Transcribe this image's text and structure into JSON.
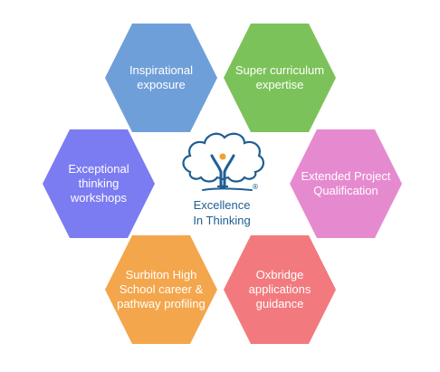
{
  "center": {
    "line1": "Excellence",
    "line2": "In Thinking",
    "registered_mark": "®",
    "logo_icon": "tree-person-icon"
  },
  "hexagons": [
    {
      "id": "inspirational-exposure",
      "text": "Inspirational exposure",
      "color": "#6f9fd8"
    },
    {
      "id": "super-curriculum-expertise",
      "text": "Super curriculum expertise",
      "color": "#7cc25a"
    },
    {
      "id": "exceptional-thinking-workshops",
      "text": "Exceptional thinking workshops",
      "color": "#7b7cf2"
    },
    {
      "id": "extended-project-qualification",
      "text": "Extended Project Qualification",
      "color": "#e68ad0"
    },
    {
      "id": "surbiton-high-school-career",
      "text": "Surbiton High School career & pathway profiling",
      "color": "#f4a64c"
    },
    {
      "id": "oxbridge-applications-guidance",
      "text": "Oxbridge applications guidance",
      "color": "#f27a7e"
    }
  ]
}
